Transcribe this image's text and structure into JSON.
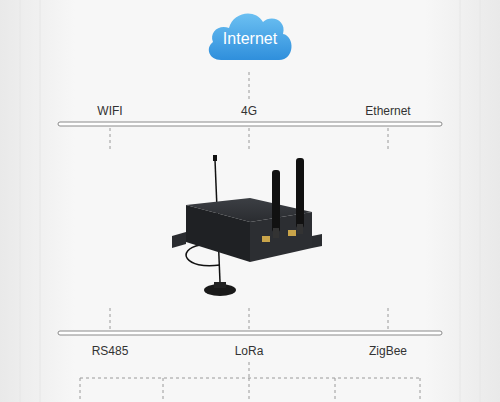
{
  "diagram": {
    "nodes": [
      {
        "text": [
          "Internet"
        ]
      }
    ],
    "labels": [
      "WIFI",
      "4G",
      "Ethernet",
      "RS485",
      "LoRa",
      "ZigBee"
    ]
  }
}
